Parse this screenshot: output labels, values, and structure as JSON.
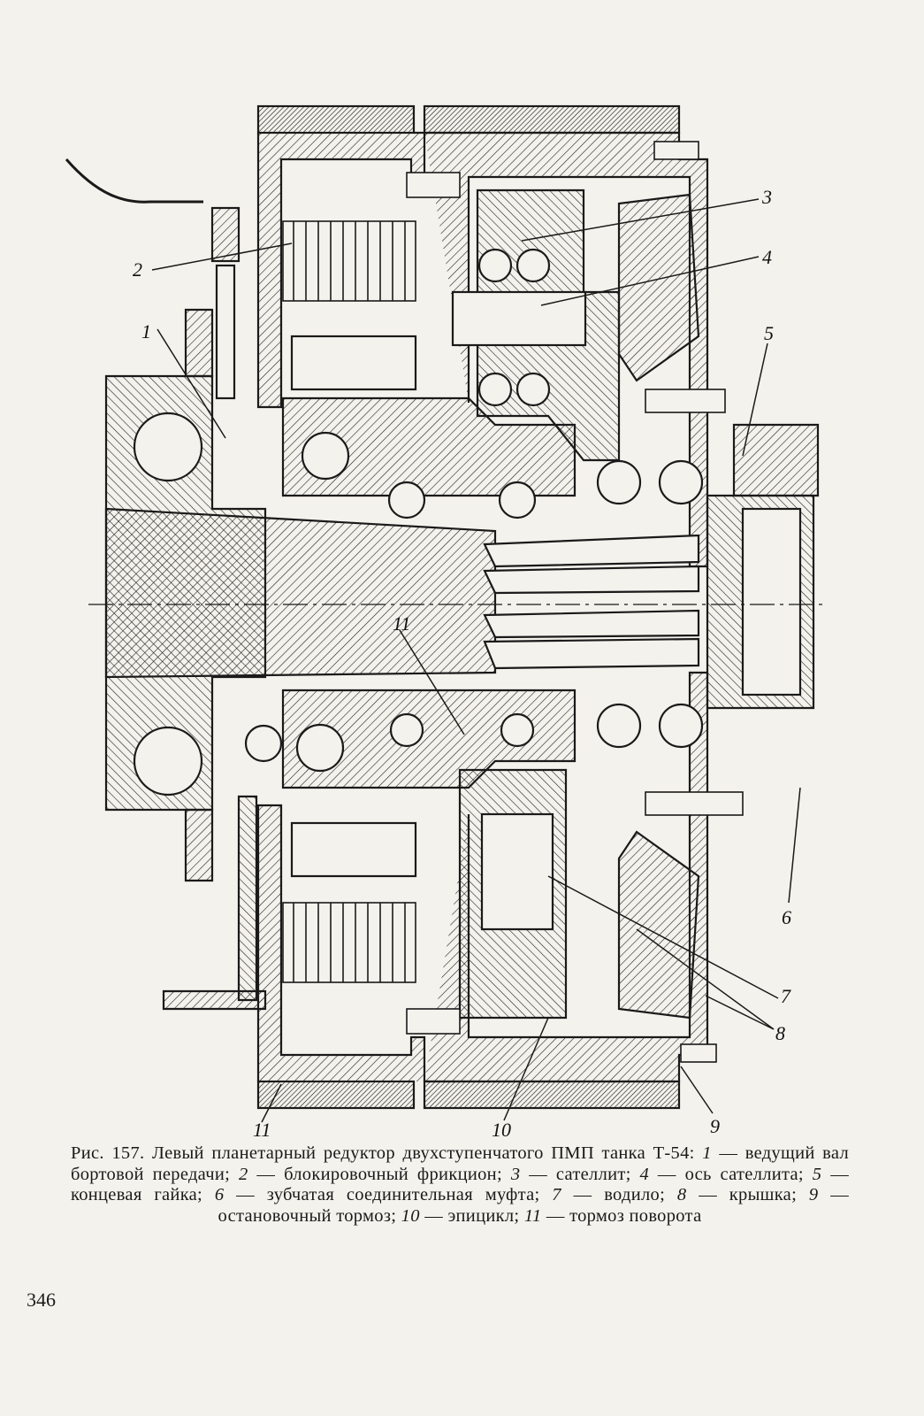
{
  "figure": {
    "callouts": [
      "1",
      "2",
      "3",
      "4",
      "5",
      "6",
      "7",
      "8",
      "9",
      "10",
      "11",
      "11"
    ],
    "caption_prefix": "Рис. 157.",
    "caption_title": "Левый планетарный редуктор двухступенчатого ПМП танка Т-54:",
    "legend": [
      {
        "num": "1",
        "text": "ведущий вал бортовой передачи;"
      },
      {
        "num": "2",
        "text": "блокировочный фрикцион;"
      },
      {
        "num": "3",
        "text": "сателлит;"
      },
      {
        "num": "4",
        "text": "ось сателлита;"
      },
      {
        "num": "5",
        "text": "концевая гайка;"
      },
      {
        "num": "6",
        "text": "зубчатая соединительная муфта;"
      },
      {
        "num": "7",
        "text": "водило;"
      },
      {
        "num": "8",
        "text": "крышка;"
      },
      {
        "num": "9",
        "text": "остановочный тормоз;"
      },
      {
        "num": "10",
        "text": "эпицикл;"
      },
      {
        "num": "11",
        "text": "тормоз поворота"
      }
    ]
  },
  "page_number": "346",
  "colors": {
    "ink": "#1a1a1a",
    "paper": "#f4f2ec"
  }
}
